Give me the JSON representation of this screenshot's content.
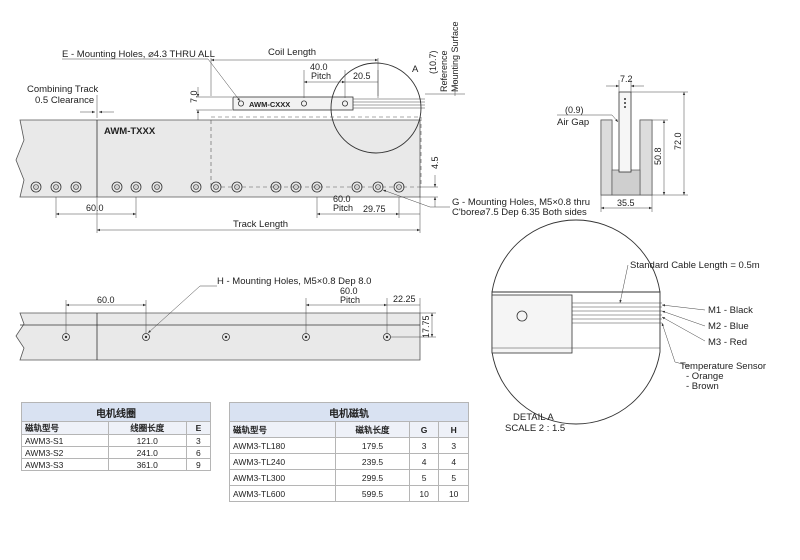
{
  "top": {
    "e_holes": "E - Mounting Holes, ⌀4.3 THRU ALL",
    "coil_length": "Coil Length",
    "d_40": "40.0",
    "pitch_a": "Pitch",
    "d_20_5": "20.5",
    "d_7": "7.0",
    "marker_a": "A",
    "d_10_7": "(10.7)",
    "ref_surface_1": "Reference",
    "ref_surface_2": "Mounting Surface",
    "combining_1": "Combining Track",
    "combining_2": "0.5 Clearance",
    "track_marking": "AWM-TXXX",
    "coil_marking": "AWM-CXXX",
    "d_4_5": "4.5",
    "g_holes_1": "G - Mounting Holes, M5×0.8 thru",
    "g_holes_2": "C'bore⌀7.5 Dep 6.35 Both sides",
    "d_60_a": "60.0",
    "d_60_b": "60.0",
    "pitch_b": "Pitch",
    "d_29_75": "29.75",
    "track_length": "Track Length"
  },
  "side": {
    "d_7_2": "7.2",
    "d_0_9": "(0.9)",
    "air_gap": "Air Gap",
    "d_50_8": "50.8",
    "d_72": "72.0",
    "d_35_5": "35.5"
  },
  "bottom": {
    "h_holes": "H - Mounting Holes, M5×0.8 Dep 8.0",
    "d_60_a": "60.0",
    "d_60_b": "60.0",
    "pitch": "Pitch",
    "d_22_25": "22.25",
    "d_17_75": "17.75"
  },
  "detail": {
    "cable_length": "Standard Cable Length = 0.5m",
    "m1": "M1 - Black",
    "m2": "M2 - Blue",
    "m3": "M3 - Red",
    "temp_sensor": "Temperature Sensor",
    "orange": "- Orange",
    "brown": "- Brown",
    "detail_label": "DETAIL A",
    "scale": "SCALE 2 : 1.5"
  },
  "coil_table": {
    "title": "电机线圈",
    "headers": [
      "磁轨型号",
      "线圈长度",
      "E"
    ],
    "rows": [
      [
        "AWM3-S1",
        "121.0",
        "3"
      ],
      [
        "AWM3-S2",
        "241.0",
        "6"
      ],
      [
        "AWM3-S3",
        "361.0",
        "9"
      ]
    ]
  },
  "track_table": {
    "title": "电机磁轨",
    "headers": [
      "磁轨型号",
      "磁轨长度",
      "G",
      "H"
    ],
    "rows": [
      [
        "AWM3-TL180",
        "179.5",
        "3",
        "3"
      ],
      [
        "AWM3-TL240",
        "239.5",
        "4",
        "4"
      ],
      [
        "AWM3-TL300",
        "299.5",
        "5",
        "5"
      ],
      [
        "AWM3-TL600",
        "599.5",
        "10",
        "10"
      ]
    ]
  }
}
